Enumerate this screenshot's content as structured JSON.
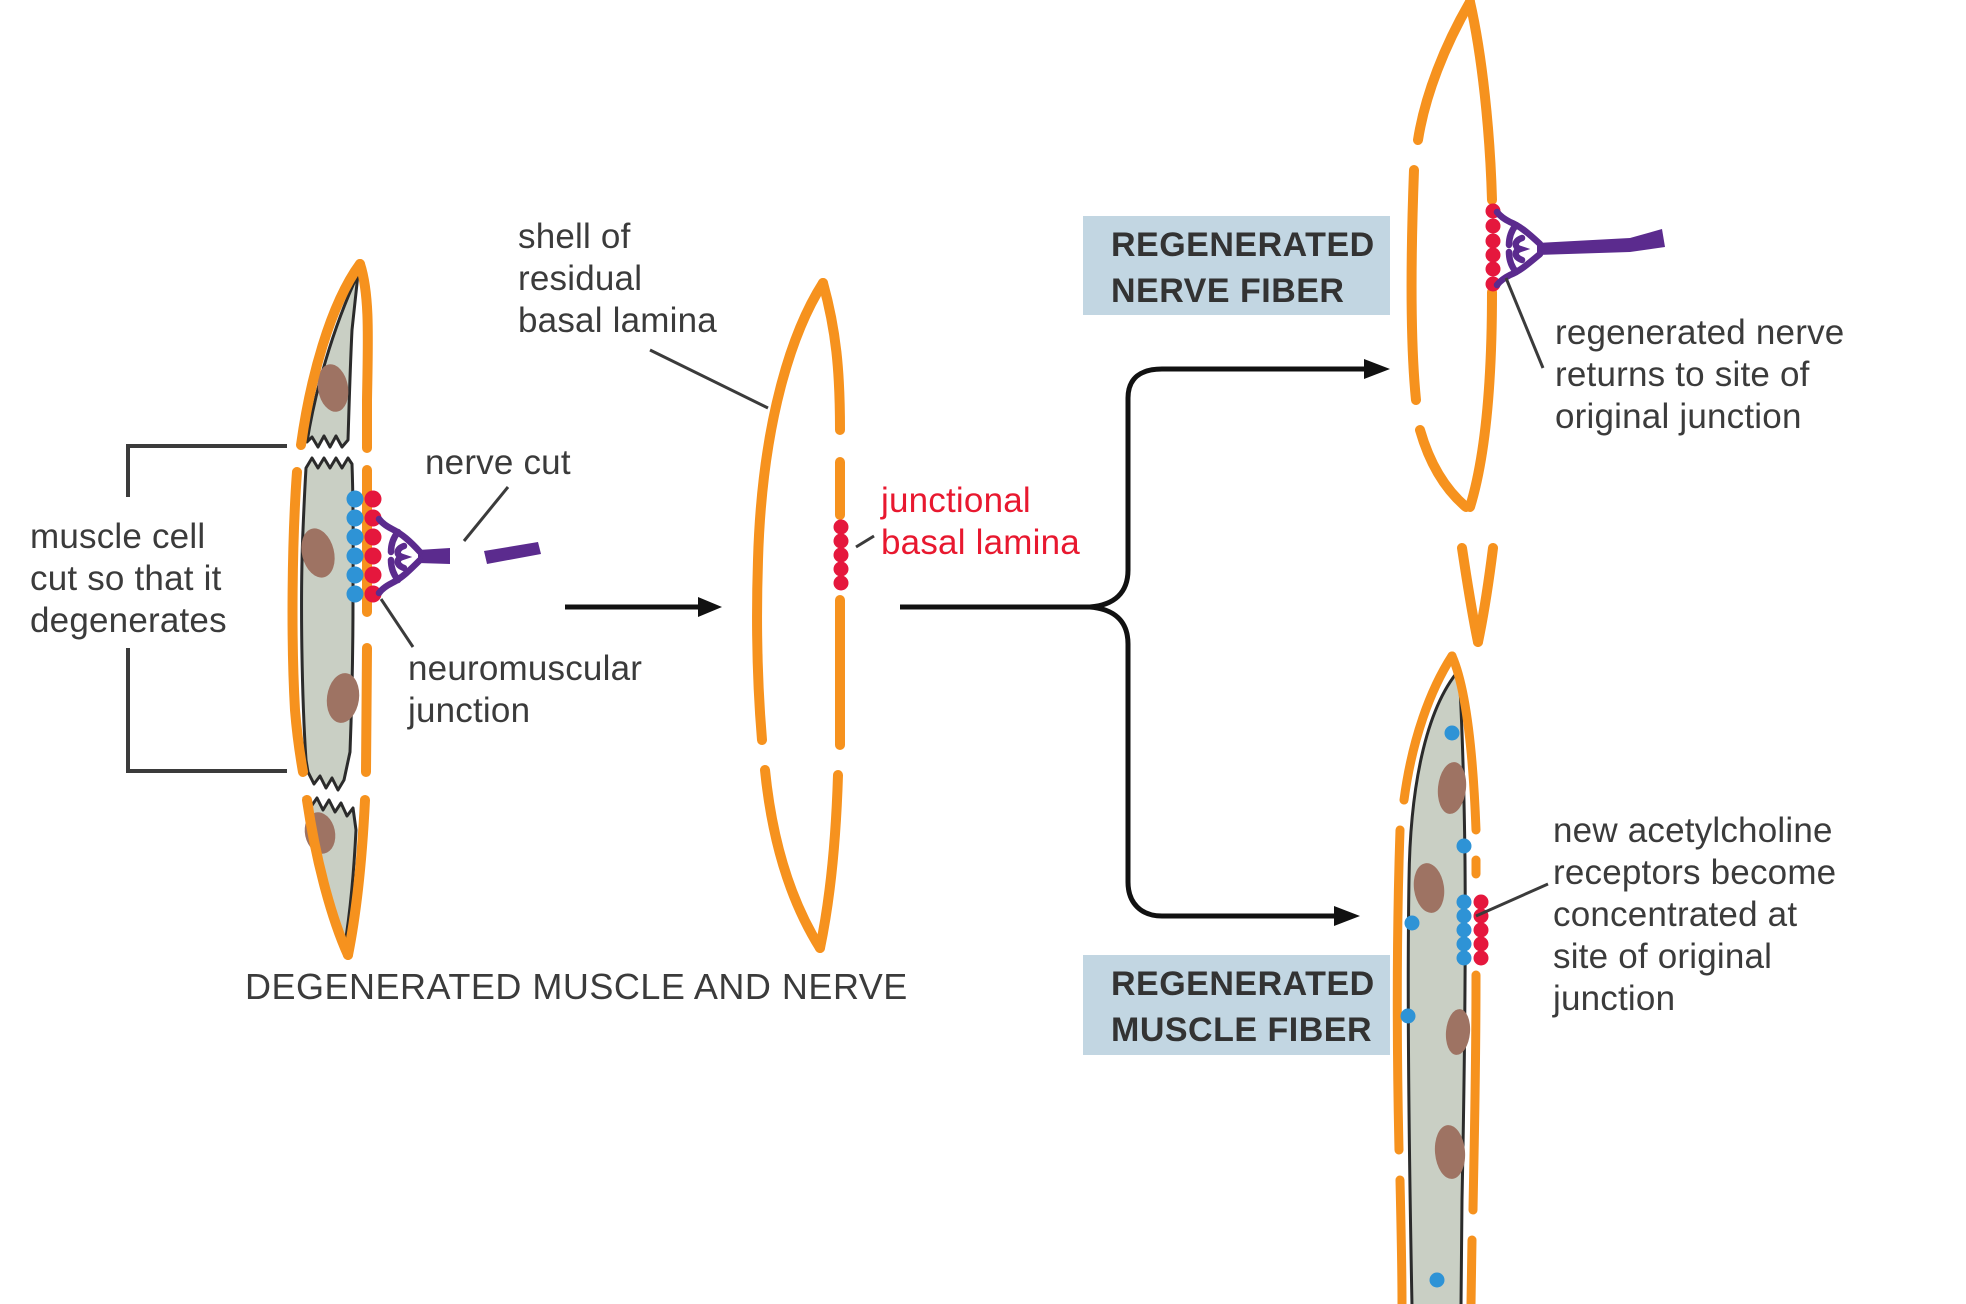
{
  "colors": {
    "orange": "#F6921E",
    "cell": "#C9CFC4",
    "cell_stroke": "#2B2B2B",
    "nucleus": "#9E7363",
    "purple": "#5B2B8E",
    "red_dot": "#E5173D",
    "blue_dot": "#2E93D6",
    "red_text": "#E8182F",
    "text": "#3B3B3B",
    "box_bg": "#C2D6E2",
    "arrow": "#111111"
  },
  "panels": {
    "degenerated": {
      "bracket_label": "muscle cell\ncut so that it\ndegenerates",
      "nerve_cut_label": "nerve cut",
      "nmj_label": "neuromuscular\njunction",
      "caption": "DEGENERATED MUSCLE AND NERVE"
    },
    "shell": {
      "shell_label": "shell of\nresidual\nbasal lamina",
      "junctional_label": "junctional\nbasal lamina"
    },
    "nerve_path": {
      "box_label": "REGENERATED\nNERVE FIBER",
      "note": "regenerated nerve\nreturns to site of\noriginal junction"
    },
    "muscle_path": {
      "box_label": "REGENERATED\nMUSCLE FIBER",
      "note": "new acetylcholine\nreceptors become\nconcentrated at\nsite of original\njunction"
    }
  }
}
